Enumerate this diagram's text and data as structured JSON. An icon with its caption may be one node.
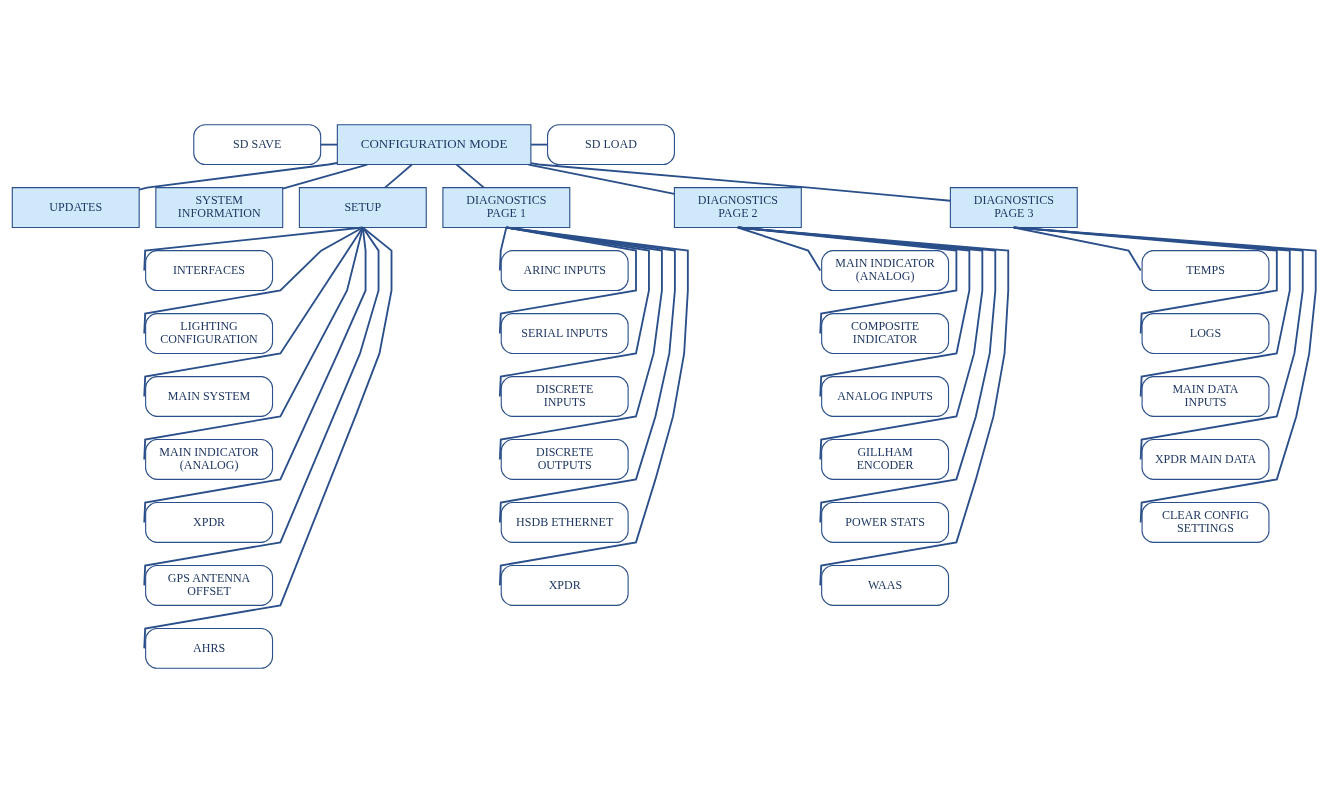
{
  "diagram": {
    "nodes": [
      {
        "text": [
          "CONFIGURATION MODE"
        ]
      },
      {
        "text": [
          "SD SAVE"
        ]
      },
      {
        "text": [
          "SD LOAD"
        ]
      },
      {
        "text": [
          "UPDATES"
        ]
      },
      {
        "text": [
          "SYSTEM INFORMATION"
        ]
      },
      {
        "text": [
          "SETUP"
        ]
      },
      {
        "text": [
          "DIAGNOSTICS PAGE 1"
        ]
      },
      {
        "text": [
          "DIAGNOSTICS PAGE 2"
        ]
      },
      {
        "text": [
          "DIAGNOSTICS PAGE 3"
        ]
      },
      {
        "text": [
          "INTERFACES"
        ]
      },
      {
        "text": [
          "LIGHTING CONFIGURATION"
        ]
      },
      {
        "text": [
          "MAIN SYSTEM"
        ]
      },
      {
        "text": [
          "MAIN INDICATOR (ANALOG)"
        ]
      },
      {
        "text": [
          "XPDR"
        ]
      },
      {
        "text": [
          "GPS ANTENNA OFFSET"
        ]
      },
      {
        "text": [
          "AHRS"
        ]
      },
      {
        "text": [
          "ARINC INPUTS"
        ]
      },
      {
        "text": [
          "SERIAL INPUTS"
        ]
      },
      {
        "text": [
          "DISCRETE INPUTS"
        ]
      },
      {
        "text": [
          "DISCRETE OUTPUTS"
        ]
      },
      {
        "text": [
          "HSDB ETHERNET"
        ]
      },
      {
        "text": [
          "XPDR"
        ]
      },
      {
        "text": [
          "MAIN INDICATOR (ANALOG)"
        ]
      },
      {
        "text": [
          "COMPOSITE INDICATOR"
        ]
      },
      {
        "text": [
          "ANALOG INPUTS"
        ]
      },
      {
        "text": [
          "GILLHAM ENCODER"
        ]
      },
      {
        "text": [
          "POWER STATS"
        ]
      },
      {
        "text": [
          "WAAS"
        ]
      },
      {
        "text": [
          "TEMPS"
        ]
      },
      {
        "text": [
          "LOGS"
        ]
      },
      {
        "text": [
          "MAIN DATA INPUTS"
        ]
      },
      {
        "text": [
          "XPDR MAIN DATA"
        ]
      },
      {
        "text": [
          "CLEAR CONFIG SETTINGS"
        ]
      }
    ],
    "edges": [
      {
        "from": 1,
        "to": 0,
        "arrow": "none"
      },
      {
        "from": 0,
        "to": 2,
        "arrow": "none"
      },
      {
        "from": 0,
        "to": 3,
        "arrow": "none"
      },
      {
        "from": 0,
        "to": 4,
        "arrow": "none"
      },
      {
        "from": 0,
        "to": 5,
        "arrow": "none"
      },
      {
        "from": 0,
        "to": 6,
        "arrow": "none"
      },
      {
        "from": 0,
        "to": 7,
        "arrow": "none"
      },
      {
        "from": 0,
        "to": 8,
        "arrow": "none"
      },
      {
        "from": 5,
        "to": 9,
        "arrow": "none"
      },
      {
        "from": 5,
        "to": 10,
        "arrow": "none"
      },
      {
        "from": 5,
        "to": 11,
        "arrow": "none"
      },
      {
        "from": 5,
        "to": 12,
        "arrow": "none"
      },
      {
        "from": 5,
        "to": 13,
        "arrow": "none"
      },
      {
        "from": 5,
        "to": 14,
        "arrow": "none"
      },
      {
        "from": 5,
        "to": 15,
        "arrow": "none"
      },
      {
        "from": 6,
        "to": 16,
        "arrow": "none"
      },
      {
        "from": 6,
        "to": 17,
        "arrow": "none"
      },
      {
        "from": 6,
        "to": 18,
        "arrow": "none"
      },
      {
        "from": 6,
        "to": 19,
        "arrow": "none"
      },
      {
        "from": 6,
        "to": 20,
        "arrow": "none"
      },
      {
        "from": 6,
        "to": 21,
        "arrow": "none"
      },
      {
        "from": 7,
        "to": 22,
        "arrow": "none"
      },
      {
        "from": 7,
        "to": 23,
        "arrow": "none"
      },
      {
        "from": 7,
        "to": 24,
        "arrow": "none"
      },
      {
        "from": 7,
        "to": 25,
        "arrow": "none"
      },
      {
        "from": 7,
        "to": 26,
        "arrow": "none"
      },
      {
        "from": 7,
        "to": 27,
        "arrow": "none"
      },
      {
        "from": 8,
        "to": 28,
        "arrow": "none"
      },
      {
        "from": 8,
        "to": 29,
        "arrow": "none"
      },
      {
        "from": 8,
        "to": 30,
        "arrow": "none"
      },
      {
        "from": 8,
        "to": 31,
        "arrow": "none"
      },
      {
        "from": 8,
        "to": 32,
        "arrow": "none"
      }
    ]
  }
}
